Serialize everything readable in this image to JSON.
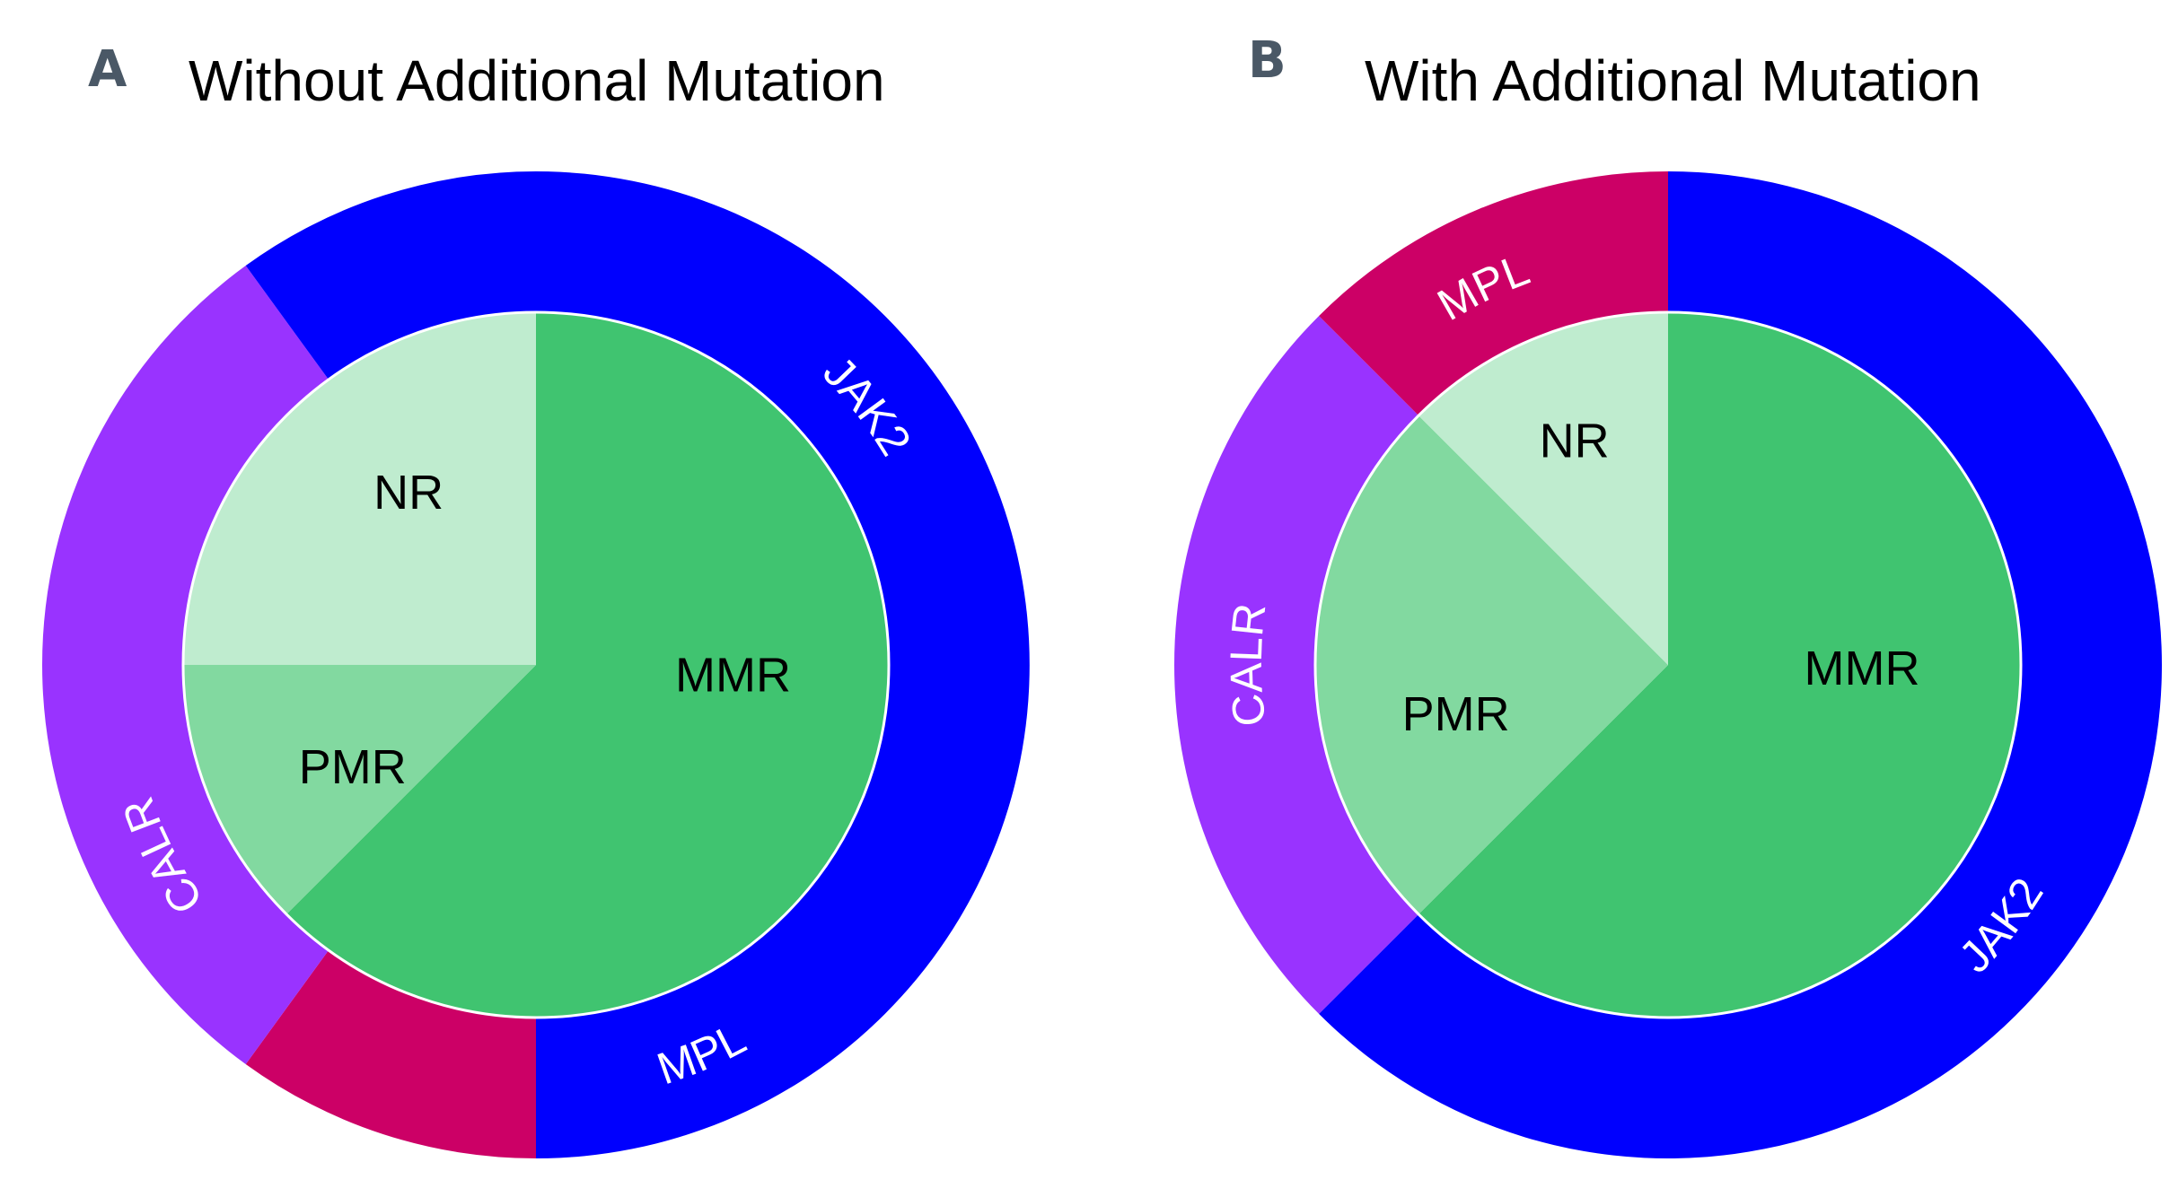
{
  "chart_data": [
    {
      "type": "pie",
      "panel_letter": "A",
      "title": "Without Additional Mutation",
      "inner": [
        {
          "label": "MMR",
          "value": 62.5,
          "color": "#40c470"
        },
        {
          "label": "PMR",
          "value": 12.5,
          "color": "#82d9a0"
        },
        {
          "label": "NR",
          "value": 25.0,
          "color": "#bfeccf"
        }
      ],
      "outer": [
        {
          "label": "JAK2",
          "value": 62.5,
          "color": "#0000fe"
        },
        {
          "label": "MPL",
          "value": 12.5,
          "color": "#cc0066"
        },
        {
          "label": "CALR",
          "value": 37.5,
          "color": "#9933ff"
        },
        {
          "label": "JAK2",
          "value": 12.5,
          "color": "#0000fe",
          "hide_label": true
        }
      ]
    },
    {
      "type": "pie",
      "panel_letter": "B",
      "title": "With Additional Mutation",
      "inner": [
        {
          "label": "MMR",
          "value": 62.5,
          "color": "#40c470"
        },
        {
          "label": "PMR",
          "value": 25.0,
          "color": "#82d9a0"
        },
        {
          "label": "NR",
          "value": 12.5,
          "color": "#bfeccf"
        }
      ],
      "outer": [
        {
          "label": "JAK2",
          "value": 62.5,
          "color": "#0000fe"
        },
        {
          "label": "CALR",
          "value": 25.0,
          "color": "#9933ff"
        },
        {
          "label": "MPL",
          "value": 12.5,
          "color": "#cc0066"
        }
      ]
    }
  ]
}
